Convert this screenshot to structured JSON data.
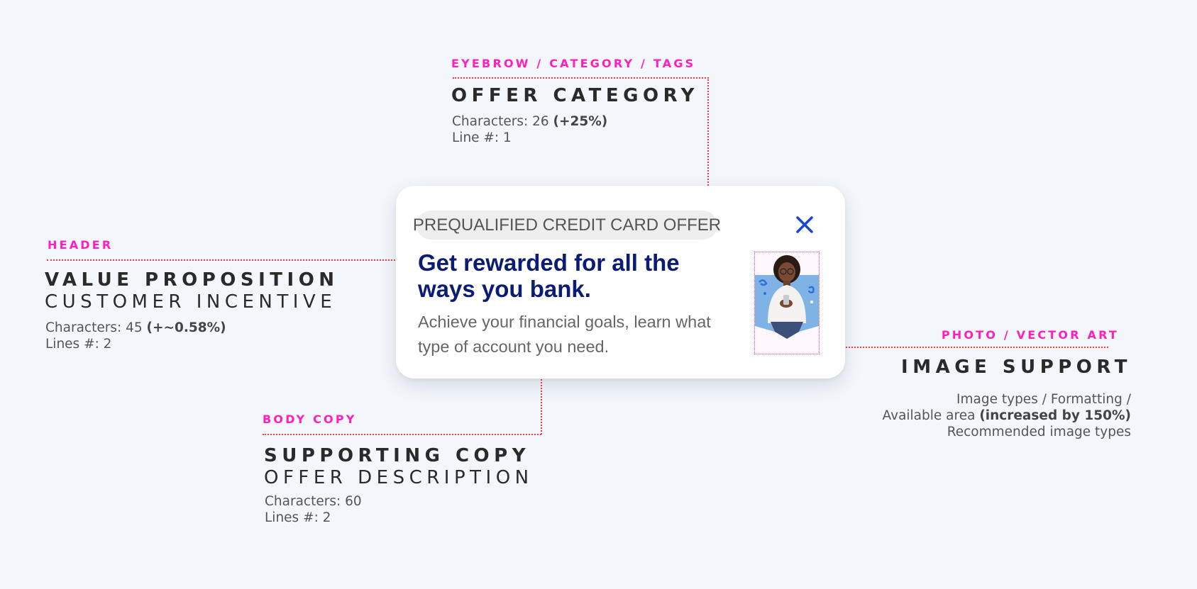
{
  "annotations": {
    "category": {
      "eyebrow": "EYEBROW / CATEGORY / TAGS",
      "title": "OFFER CATEGORY",
      "chars_label": "Characters: 26 ",
      "chars_delta": "(+25%)",
      "lines": "Line #: 1"
    },
    "header": {
      "eyebrow": "HEADER",
      "title": "VALUE PROPOSITION",
      "subtitle": "CUSTOMER INCENTIVE",
      "chars_label": "Characters: 45 ",
      "chars_delta": "(+~0.58%)",
      "lines": "Lines #: 2"
    },
    "body": {
      "eyebrow": "BODY COPY",
      "title": "SUPPORTING COPY",
      "subtitle": "OFFER DESCRIPTION",
      "chars_label": "Characters: 60",
      "lines": "Lines #: 2"
    },
    "image": {
      "eyebrow": "PHOTO / VECTOR ART",
      "title": "IMAGE SUPPORT",
      "line1": "Image types / Formatting /",
      "line2_prefix": "Available area ",
      "line2_bold": "(increased by 150%)",
      "line3": "Recommended image types"
    }
  },
  "card": {
    "eyebrow_pill": "PREQUALIFIED CREDIT CARD OFFER",
    "headline": "Get rewarded for all the ways you bank.",
    "body": "Achieve your financial goals, learn what type of account you need.",
    "close_icon": "close-x-icon",
    "image_icon": "person-with-phone-photo"
  },
  "colors": {
    "background": "#f3f7fc",
    "eyebrow": "#ff1fbf",
    "connector": "#ff3b3b",
    "headline": "#0b1d72",
    "close": "#1746d6",
    "image_bg": "#7fb3e6"
  }
}
